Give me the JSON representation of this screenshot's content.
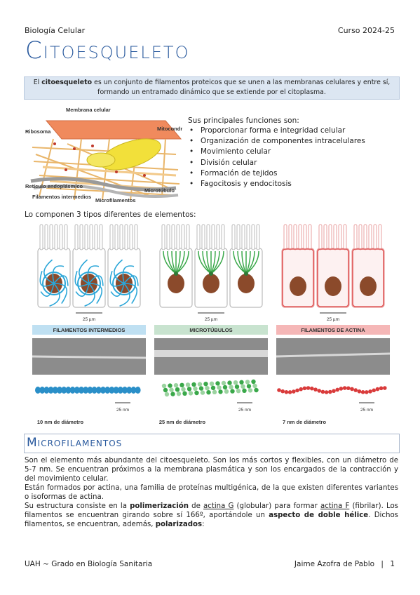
{
  "header": {
    "subject": "Biología Celular",
    "course": "Curso 2024-25"
  },
  "title": "Citoesqueleto",
  "definition": {
    "pre": "El ",
    "term": "citoesqueleto",
    "post": " es un conjunto de filamentos proteicos que se unen a las membranas celulares y entre sí,",
    "line2": "formando un entramado dinámico que se extiende por el citoplasma."
  },
  "diagram_labels": {
    "membrane": "Membrana celular",
    "ribosome": "Ribosoma",
    "mitochondria": "Mitocondria",
    "er": "Retículo endoplásmico",
    "intermediate": "Filamentos intermedios",
    "microtubule": "Microtúbulo",
    "microfilaments": "Microfilamentos"
  },
  "functions": {
    "intro": "Sus principales funciones son:",
    "items": [
      "Proporcionar forma e integridad celular",
      "Organización de componentes intracelulares",
      "Movimiento celular",
      "División celular",
      "Formación de tejidos",
      "Fagocitosis y endocitosis"
    ]
  },
  "components_intro": "Lo componen 3 tipos diferentes de elementos:",
  "panels": [
    {
      "name": "FILAMENTOS INTERMEDIOS",
      "scale_cell": "25 µm",
      "scale_fil": "25 nm",
      "diameter": "10 nm de diámetro",
      "color": "#2aa6d8",
      "label_bg": "#bfe0f2"
    },
    {
      "name": "MICROTÚBULOS",
      "scale_cell": "25 µm",
      "scale_fil": "25 nm",
      "diameter": "25 nm de diámetro",
      "color": "#3aa84a",
      "label_bg": "#c8e3cf"
    },
    {
      "name": "FILAMENTOS DE ACTINA",
      "scale_cell": "25 µm",
      "scale_fil": "25 nm",
      "diameter": "7 nm de diámetro",
      "color": "#e05a5a",
      "label_bg": "#f5b7b7"
    }
  ],
  "section": {
    "title": "Microfilamentos",
    "p1": "Son el elemento más abundante del citoesqueleto. Son los más cortos y flexibles, con un diámetro de 5-7 nm. Se encuentran próximos a la membrana plasmática y son los encargados de la contracción y del movimiento celular.",
    "p2": "Están formados por actina, una familia de proteínas multigénica, de la que existen diferentes variantes o isoformas de actina.",
    "p3": {
      "a": "Su estructura consiste en la ",
      "b": "polimerización",
      "c": " de ",
      "d": "actina G",
      "e": " (globular) para formar ",
      "f": "actina F",
      "g": " (fibrilar). Los filamentos se encuentran girando sobre sí 166º, aportándole un ",
      "h": "aspecto de doble hélice",
      "i": ". Dichos filamentos, se encuentran, además, ",
      "j": "polarizados",
      "k": ":"
    }
  },
  "footer": {
    "left": "UAH ~ Grado en Biología Sanitaria",
    "author": "Jaime Azofra de Pablo",
    "sep": "|",
    "page": "1"
  }
}
